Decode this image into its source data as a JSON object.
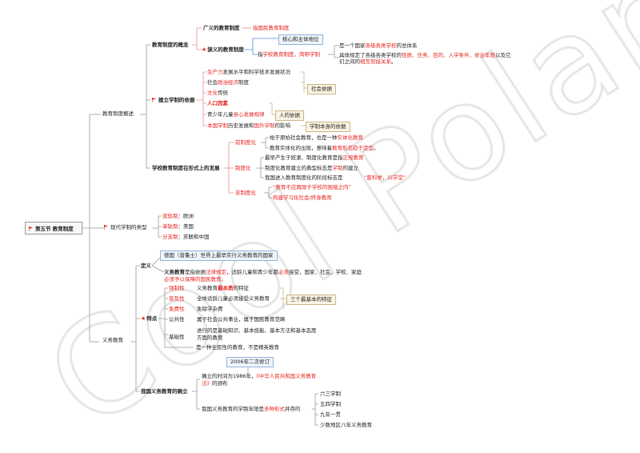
{
  "watermark": "Cool Polaris",
  "root": {
    "label": "第五节 教育制度"
  },
  "branch1": {
    "label": "教育制度概述",
    "concept": {
      "label": "教育制度的概念",
      "broad": {
        "label": "广义的教育制度",
        "desc": "指国民教育制度"
      },
      "narrow": {
        "label": "狭义的教育制度",
        "core_box": "核心和主体地位",
        "desc": "指学校教育制度，简称学制",
        "d1": "是一个国家各级各类学校的总体系",
        "d2a": "具体规定了各级各类学校的性质、任务、目的、入学条件、修业年限以及它",
        "d2b": "们之间的相互衔接关系。"
      }
    },
    "basis": {
      "label": "建立学制的依据",
      "items": [
        "生产力发展水平和科学技术发展状况",
        "社会政治经济制度",
        "文化传统",
        "人口因素",
        "青少年儿童身心发展规律",
        "本国学制历史发展和国外学制的影响"
      ],
      "box_social": "社会依据",
      "box_human": "人的依据",
      "box_self": "学制本身的依据"
    },
    "trend": {
      "label": "学校教育制度在形式上的发展",
      "pre": {
        "label": "前制度化",
        "i1": "始于原始社会教育，也是一种实体化教育",
        "i2": "教育实体化的出现，意味着教育形态趋于定型。"
      },
      "inst": {
        "label": "制度化",
        "i1": "最早产生于奴隶、制度化教育是指正规教育",
        "i2": "制度化教育建立的典型标志是学制的建立",
        "i3": "我国进入教育制度化的阶段标志是",
        "i3b": "“废科举，兴学堂”"
      },
      "non": {
        "label": "非制度化",
        "i1": "“教育不应再限于学校的围墙之内”",
        "i2": "构建学习化社会/终身教育"
      }
    }
  },
  "branch2": {
    "label": "现代学制的类型",
    "items": [
      {
        "name": "双轨制",
        "place": "：欧洲"
      },
      {
        "name": "单轨制",
        "place": "：美国"
      },
      {
        "name": "分支制",
        "place": "：苏联和中国"
      }
    ]
  },
  "branch3": {
    "label": "义务教育",
    "germany_box": "德国（普鲁士）世界上最早实行义务教育的国家",
    "def": {
      "label": "定义",
      "l1": "义务教育是指依据法律规定，适龄儿童和青少年都必须接受，国家、社会、学校、家庭",
      "l2": "必须予以保障的国民教育。"
    },
    "features": {
      "label": "特点",
      "items": [
        {
          "name": "强制性",
          "desc": "义务教育最本质的特征"
        },
        {
          "name": "普及性",
          "desc": "全体适龄儿童必须接受义务教育"
        },
        {
          "name": "免费性",
          "desc": "免除学杂费"
        },
        {
          "name": "公共性",
          "desc": "属于社会公共事业，属于国民教育范畴"
        },
        {
          "name": "基础性",
          "desc": "进行的是基础知识、基本技能、基本方法和基本态度",
          "desc2": "方面的教育"
        }
      ],
      "basic_box": "三个最基本的特征",
      "extra": "是一种全民性的教育，不是精英教育"
    },
    "china": {
      "label": "我国义务教育的确立",
      "revised_box": "2006年二次修订",
      "est1": "确立的时间为1986年，《中华人民共和国义务教育",
      "est2": "法》的颁布",
      "period": "我国义务教育的学制年限是多种形式并存的",
      "forms": [
        "六三学制",
        "五四学制",
        "九年一贯",
        "少数地区八年义务教育"
      ]
    }
  }
}
